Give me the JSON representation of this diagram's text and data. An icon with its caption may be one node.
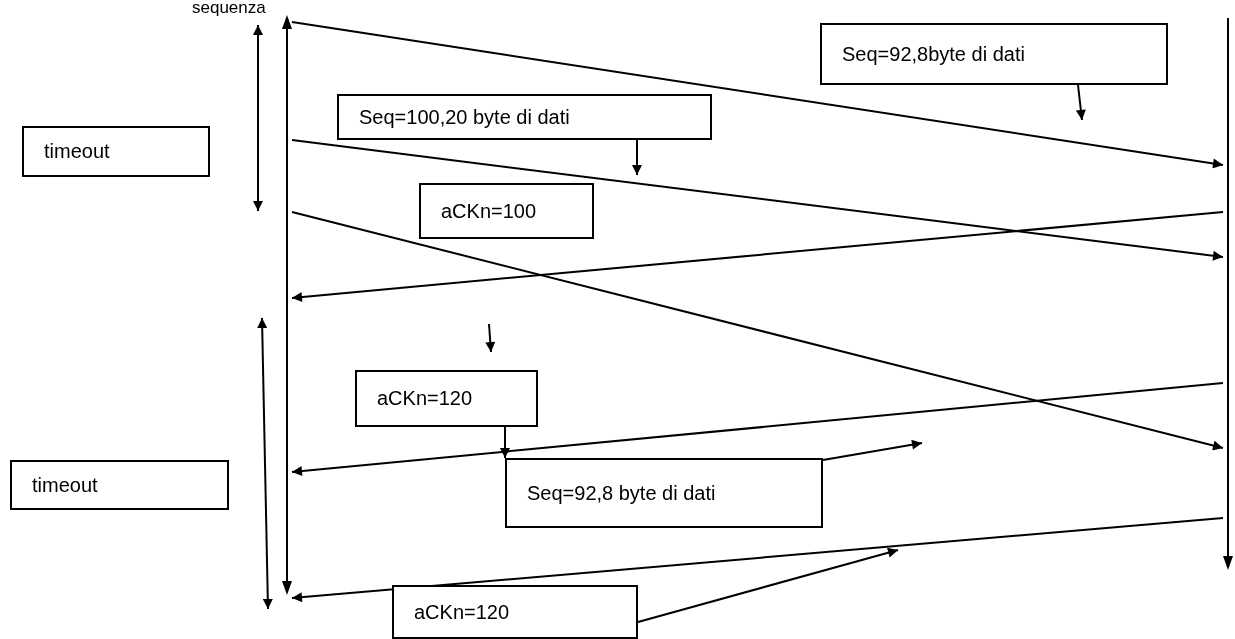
{
  "diagram": {
    "nodes": [
      {
        "text": [
          "timeout"
        ]
      },
      {
        "text": [
          "timeout"
        ]
      },
      {
        "text": [
          "Seq=100,20 byte di dati"
        ]
      },
      {
        "text": [
          "Seq=92,8byte di dati"
        ]
      },
      {
        "text": [
          "aCKn=100"
        ]
      },
      {
        "text": [
          "aCKn=120"
        ]
      },
      {
        "text": [
          "Seq=92,8 byte di dati"
        ]
      },
      {
        "text": [
          "aCKn=120"
        ]
      },
      {
        "text": [],
        "shape": "bar"
      },
      {
        "text": [],
        "shape": "bar"
      }
    ],
    "edges": [
      {
        "from": 8,
        "to": 9,
        "arrow": "to"
      },
      {
        "from": 8,
        "to": 9,
        "arrow": "to"
      },
      {
        "from": 8,
        "to": 9,
        "arrow": "to"
      },
      {
        "from": 9,
        "to": 8,
        "arrow": "to"
      },
      {
        "from": 9,
        "to": 8,
        "arrow": "to"
      },
      {
        "from": 9,
        "to": 8,
        "arrow": "to"
      },
      {
        "from": 3,
        "to": null,
        "arrow": "to"
      },
      {
        "from": 2,
        "to": null,
        "arrow": "to"
      },
      {
        "from": 5,
        "to": 6,
        "arrow": "to"
      },
      {
        "from": 6,
        "to": null,
        "arrow": "to"
      },
      {
        "from": 7,
        "to": null,
        "arrow": "to"
      }
    ],
    "labels": [
      "sequenza"
    ]
  }
}
